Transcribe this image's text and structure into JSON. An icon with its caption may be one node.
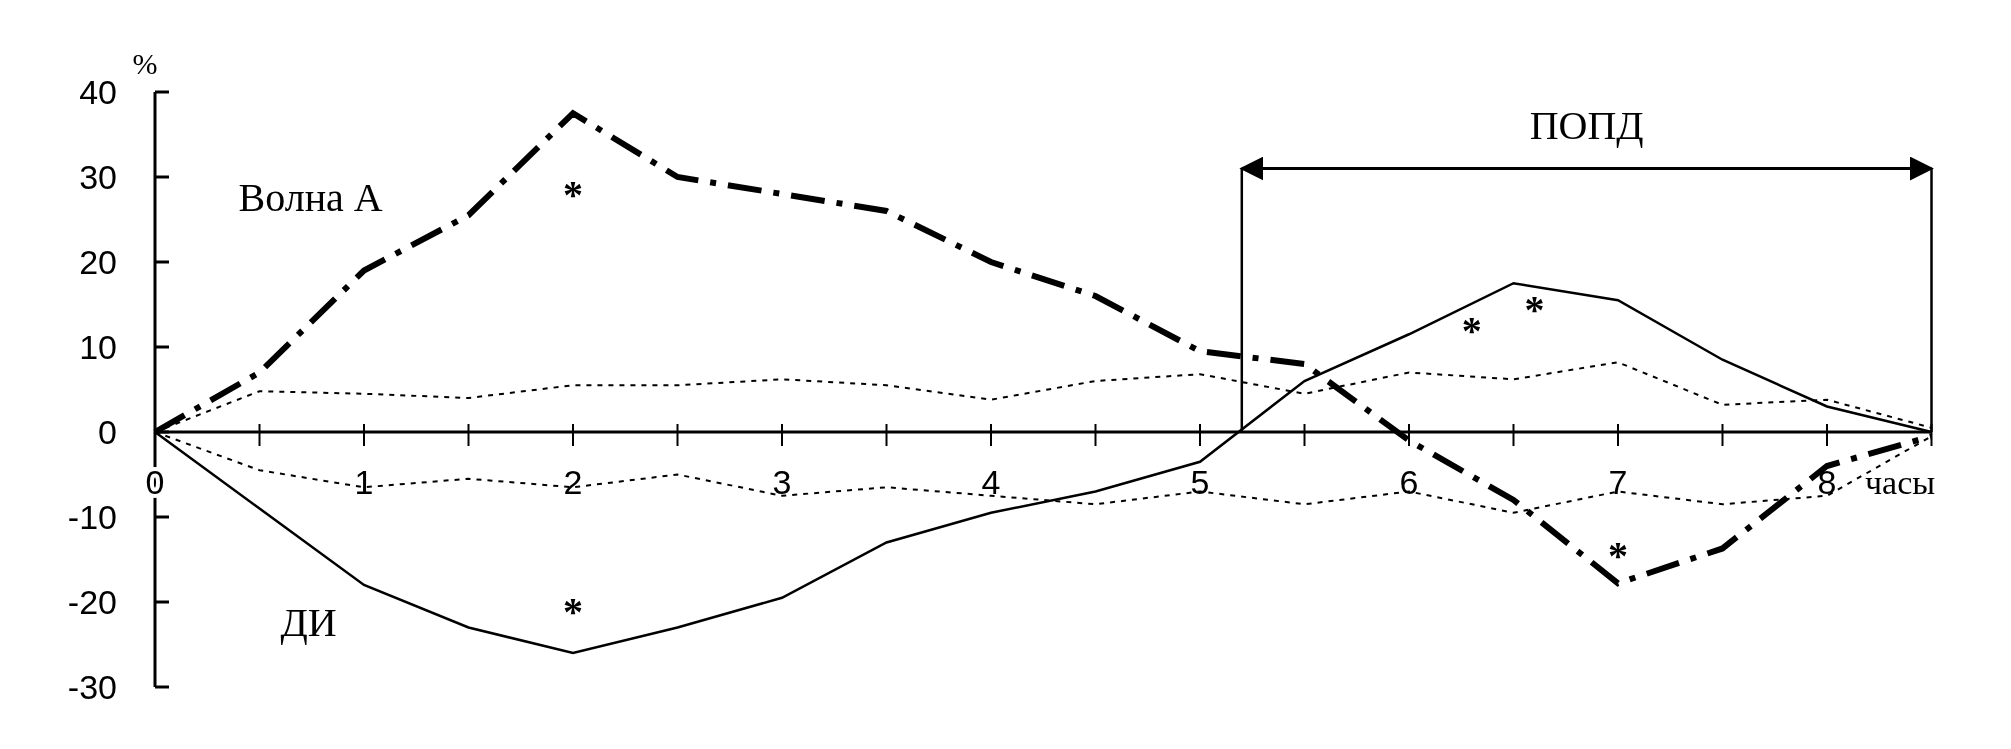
{
  "diagram": {
    "chart_data": {
      "type": "line",
      "xlabel": "часы",
      "ylabel": "%",
      "x": [
        0,
        0.5,
        1,
        1.5,
        2,
        2.5,
        3,
        3.5,
        4,
        4.5,
        5,
        5.5,
        6,
        6.5,
        7,
        7.5,
        8,
        8.5
      ],
      "series": [
        {
          "name": "Волна А",
          "color": "#000000",
          "line_style": "dashdot",
          "values": [
            0,
            7,
            19,
            25.5,
            37.5,
            30,
            28,
            26,
            20,
            16,
            9.5,
            8,
            -1,
            -8,
            -17.8,
            -13.7,
            -4,
            -0.5
          ]
        },
        {
          "name": "ДИ",
          "color": "#000000",
          "line_style": "solid",
          "values": [
            0,
            -9,
            -18,
            -23,
            -26,
            -23,
            -19.5,
            -13,
            -9.5,
            -7,
            -3.5,
            6,
            11.5,
            17.5,
            15.5,
            8.5,
            3,
            0
          ]
        },
        {
          "color": "#000000",
          "line_style": "dotted",
          "values": [
            0,
            4.8,
            4.5,
            4,
            5.5,
            5.5,
            6.2,
            5.5,
            3.8,
            6,
            6.8,
            4.5,
            7,
            6.2,
            8.2,
            3.2,
            3.8,
            0.5
          ]
        },
        {
          "color": "#000000",
          "line_style": "dotted",
          "values": [
            0,
            -4.5,
            -6.5,
            -5.5,
            -6.5,
            -5,
            -7.5,
            -6.5,
            -7.5,
            -8.5,
            -7,
            -8.5,
            -7,
            -9.5,
            -7,
            -8.5,
            -7.5,
            -0.5
          ]
        }
      ],
      "xlim": [
        0,
        8.5
      ],
      "ylim": [
        -30,
        40
      ],
      "xticks": [
        0,
        1,
        2,
        3,
        4,
        5,
        6,
        7,
        8
      ],
      "yticks": [
        -30,
        -20,
        -10,
        0,
        10,
        20,
        30,
        40
      ],
      "annotations": [
        "*",
        "*",
        "*",
        "*",
        "*",
        "ПОПД"
      ]
    }
  }
}
